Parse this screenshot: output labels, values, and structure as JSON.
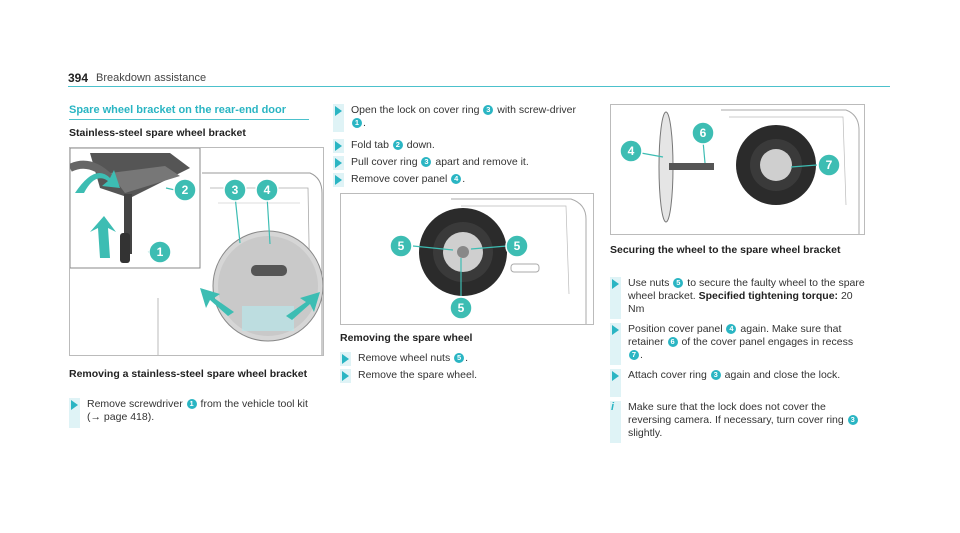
{
  "header": {
    "page_number": "394",
    "title": "Breakdown assistance"
  },
  "section": {
    "title": "Spare wheel bracket on the rear-end door"
  },
  "col1": {
    "subtitle": "Stainless-steel spare wheel bracket",
    "figure_callouts": [
      "1",
      "2",
      "3",
      "4"
    ],
    "caption": "Removing a stainless-steel spare wheel bracket",
    "step1": {
      "a": "Remove screwdriver",
      "n1": "1",
      "b": "from the vehicle tool kit (",
      "arrow": "→",
      "c": "page 418)."
    }
  },
  "col2": {
    "step1": {
      "a": "Open the lock on cover ring",
      "n1": "3",
      "b": "with screw-driver",
      "n2": "1",
      "c": "."
    },
    "step2": {
      "a": "Fold tab",
      "n1": "2",
      "b": "down."
    },
    "step3": {
      "a": "Pull cover ring",
      "n1": "3",
      "b": "apart and remove it."
    },
    "step4": {
      "a": "Remove cover panel",
      "n1": "4",
      "b": "."
    },
    "figure_callouts": [
      "5",
      "5",
      "5"
    ],
    "subtitle": "Removing the spare wheel",
    "step5": {
      "a": "Remove wheel nuts",
      "n1": "5",
      "b": "."
    },
    "step6": {
      "a": "Remove the spare wheel."
    }
  },
  "col3": {
    "figure_callouts": [
      "4",
      "6",
      "7"
    ],
    "subtitle": "Securing the wheel to the spare wheel bracket",
    "step1": {
      "a": "Use nuts",
      "n1": "5",
      "b": "to secure the faulty wheel to the spare wheel bracket.",
      "bold": "Specified tightening torque:",
      "c": "20 Nm"
    },
    "step2": {
      "a": "Position cover panel",
      "n1": "4",
      "b": "again. Make sure that retainer",
      "n2": "6",
      "c": "of the cover panel engages in recess",
      "n3": "7",
      "d": "."
    },
    "step3": {
      "a": "Attach cover ring",
      "n1": "3",
      "b": "again and close the lock."
    },
    "info": {
      "icon": "i",
      "a": "Make sure that the lock does not cover the reversing camera. If necessary, turn cover ring",
      "n1": "3",
      "b": "slightly."
    }
  },
  "colors": {
    "accent": "#2ab5c3",
    "callout": "#3dbdb3",
    "bar": "#dff3f6"
  }
}
